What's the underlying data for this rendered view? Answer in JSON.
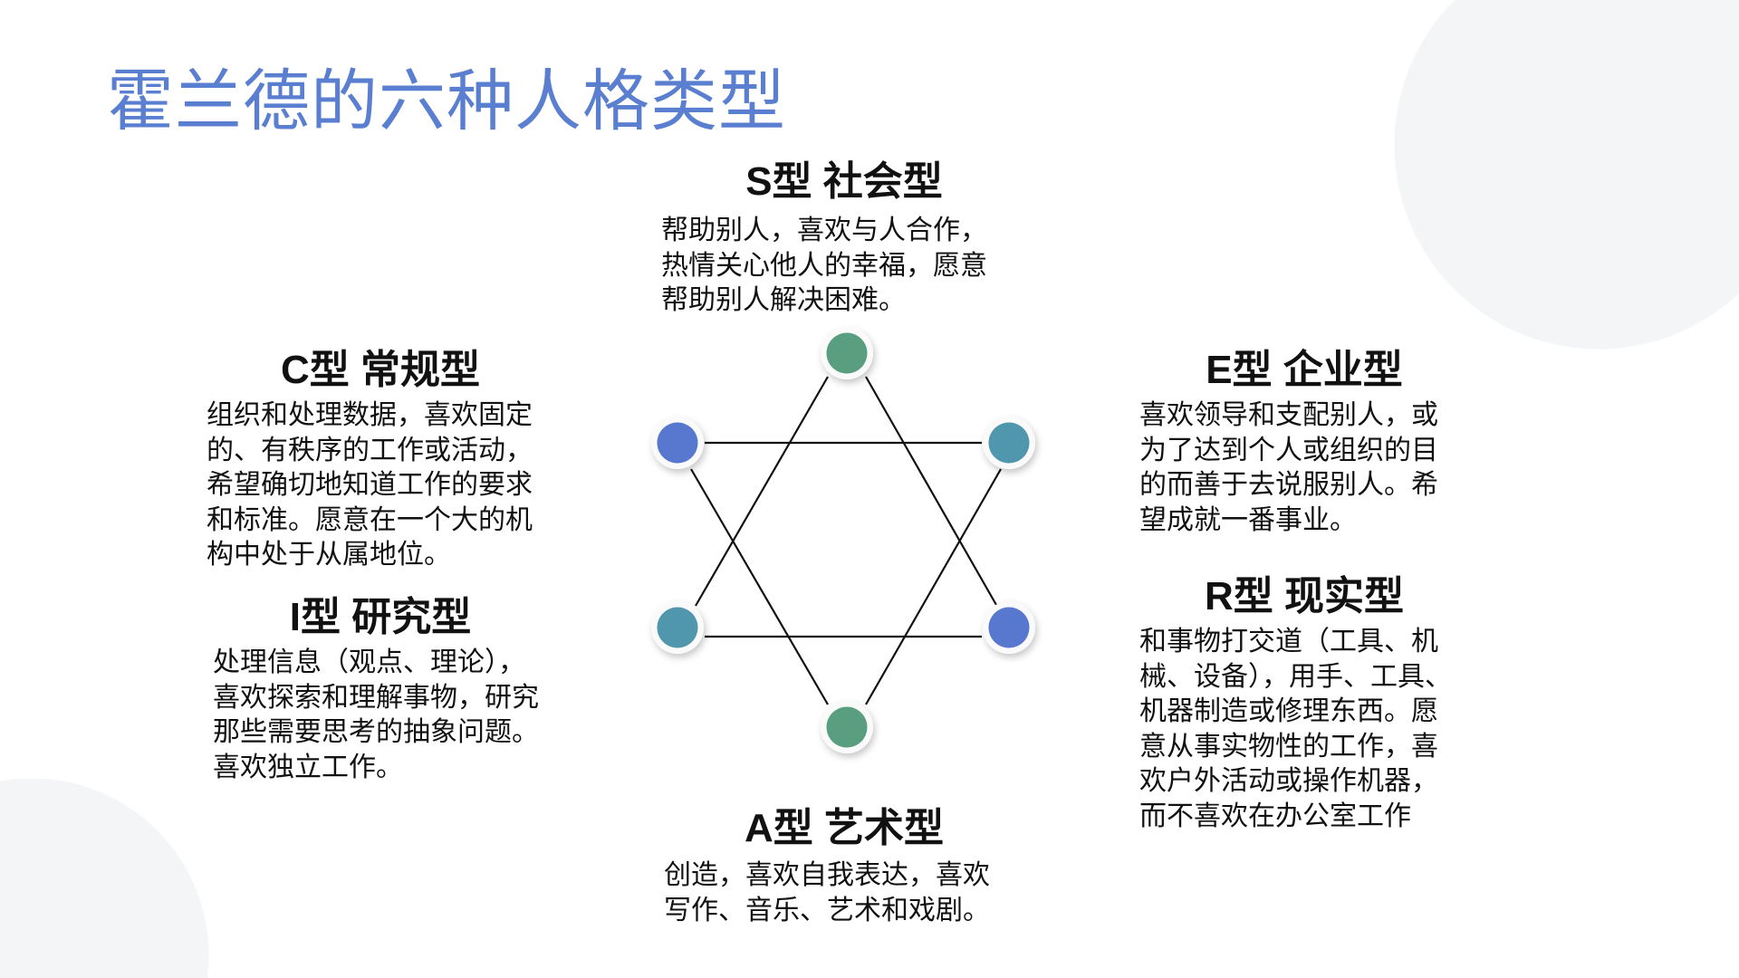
{
  "title": "霍兰德的六种人格类型",
  "colors": {
    "title": "#5b7fd0",
    "green": "#5a9e80",
    "teal": "#5097ae",
    "blue": "#5878d0"
  },
  "types": {
    "S": {
      "heading": "S型 社会型",
      "lines": [
        "帮助别人，喜欢与人合作，",
        "热情关心他人的幸福，愿意",
        "帮助别人解决困难。"
      ]
    },
    "C": {
      "heading": "C型 常规型",
      "lines": [
        "组织和处理数据，喜欢固定",
        "的、有秩序的工作或活动，",
        "希望确切地知道工作的要求",
        "和标准。愿意在一个大的机",
        "构中处于从属地位。"
      ]
    },
    "I": {
      "heading": "I型 研究型",
      "lines": [
        "处理信息（观点、理论），",
        "喜欢探索和理解事物，研究",
        "那些需要思考的抽象问题。",
        "喜欢独立工作。"
      ]
    },
    "E": {
      "heading": "E型 企业型",
      "lines": [
        "喜欢领导和支配别人，或",
        "为了达到个人或组织的目",
        "的而善于去说服别人。希",
        "望成就一番事业。"
      ]
    },
    "R": {
      "heading": "R型 现实型",
      "lines": [
        "和事物打交道（工具、机",
        "械、设备），用手、工具、",
        "机器制造或修理东西。愿",
        "意从事实物性的工作，喜",
        "欢户外活动或操作机器，",
        "而不喜欢在办公室工作"
      ]
    },
    "A": {
      "heading": "A型 艺术型",
      "lines": [
        "创造，喜欢自我表达，喜欢",
        "写作、音乐、艺术和戏剧。"
      ]
    }
  }
}
